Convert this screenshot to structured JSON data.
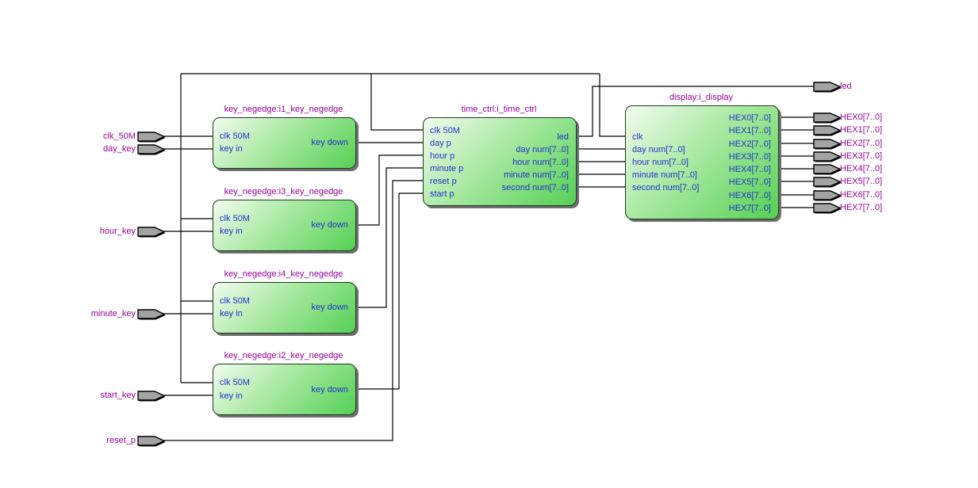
{
  "diagram_type": "rtl-schematic",
  "colors": {
    "background": "#ffffff",
    "wire": "#000000",
    "block_border": "#1d3a1d",
    "block_fill_light": "#f2fcf0",
    "block_fill_dark": "#55d055",
    "block_title": "#990099",
    "port_text": "#2233cc",
    "pin_fill": "#a3a3a3",
    "pin_label": "#990099"
  },
  "blocks": [
    {
      "title": "key_negedge:i1_key_negedge",
      "inputs": [
        "clk 50M",
        "key in"
      ],
      "outputs": [
        "key down"
      ]
    },
    {
      "title": "key_negedge:i3_key_negedge",
      "inputs": [
        "clk 50M",
        "key in"
      ],
      "outputs": [
        "key down"
      ]
    },
    {
      "title": "key_negedge:i4_key_negedge",
      "inputs": [
        "clk 50M",
        "key in"
      ],
      "outputs": [
        "key down"
      ]
    },
    {
      "title": "key_negedge:i2_key_negedge",
      "inputs": [
        "clk 50M",
        "key in"
      ],
      "outputs": [
        "key down"
      ]
    },
    {
      "title": "time_ctrl:i_time_ctrl",
      "inputs": [
        "clk 50M",
        "day p",
        "hour p",
        "minute p",
        "reset p",
        "start p"
      ],
      "outputs": [
        "led",
        "day num[7..0]",
        "hour num[7..0]",
        "minute num[7..0]",
        "second num[7..0]"
      ]
    },
    {
      "title": "display:i_display",
      "inputs": [
        "clk",
        "day num[7..0]",
        "hour num[7..0]",
        "minute num[7..0]",
        "second num[7..0]"
      ],
      "outputs": [
        "HEX0[7..0]",
        "HEX1[7..0]",
        "HEX2[7..0]",
        "HEX3[7..0]",
        "HEX4[7..0]",
        "HEX5[7..0]",
        "HEX6[7..0]",
        "HEX7[7..0]"
      ]
    }
  ],
  "input_pins": [
    {
      "label": "clk_50M"
    },
    {
      "label": "day_key"
    },
    {
      "label": "hour_key"
    },
    {
      "label": "minute_key"
    },
    {
      "label": "start_key"
    },
    {
      "label": "reset_p"
    }
  ],
  "output_pins": [
    {
      "label": "led"
    },
    {
      "label": "HEX0[7..0]"
    },
    {
      "label": "HEX1[7..0]"
    },
    {
      "label": "HEX2[7..0]"
    },
    {
      "label": "HEX3[7..0]"
    },
    {
      "label": "HEX4[7..0]"
    },
    {
      "label": "HEX5[7..0]"
    },
    {
      "label": "HEX6[7..0]"
    },
    {
      "label": "HEX7[7..0]"
    }
  ]
}
